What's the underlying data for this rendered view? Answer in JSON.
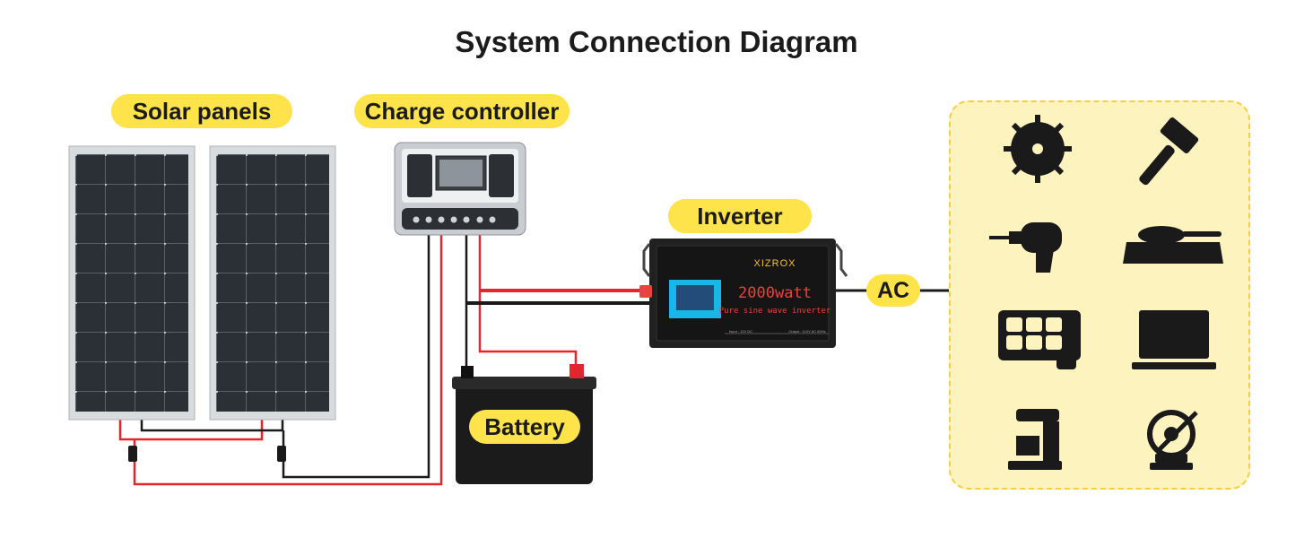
{
  "title": "System Connection Diagram",
  "labels": {
    "solar_panels": "Solar panels",
    "charge_controller": "Charge controller",
    "inverter": "Inverter",
    "battery": "Battery",
    "ac": "AC"
  },
  "inverter_device": {
    "brand": "XIZROX",
    "wattage": "2000watt",
    "subtitle": "Pure sine wave inverter",
    "input_spec": "Input : 12V DC",
    "output_spec": "Output : 110V AC 60Hz"
  },
  "appliance_icons": [
    "circular-saw-blade-icon",
    "hammer-icon",
    "drill-icon",
    "sander-icon",
    "cooktop-icon",
    "laptop-icon",
    "coffee-maker-icon",
    "grinder-icon"
  ],
  "colors": {
    "accent_yellow": "#ffe34a",
    "panel_area": "#fdf3bf",
    "wire_red": "#e3262b",
    "wire_black": "#1a1a1a"
  }
}
